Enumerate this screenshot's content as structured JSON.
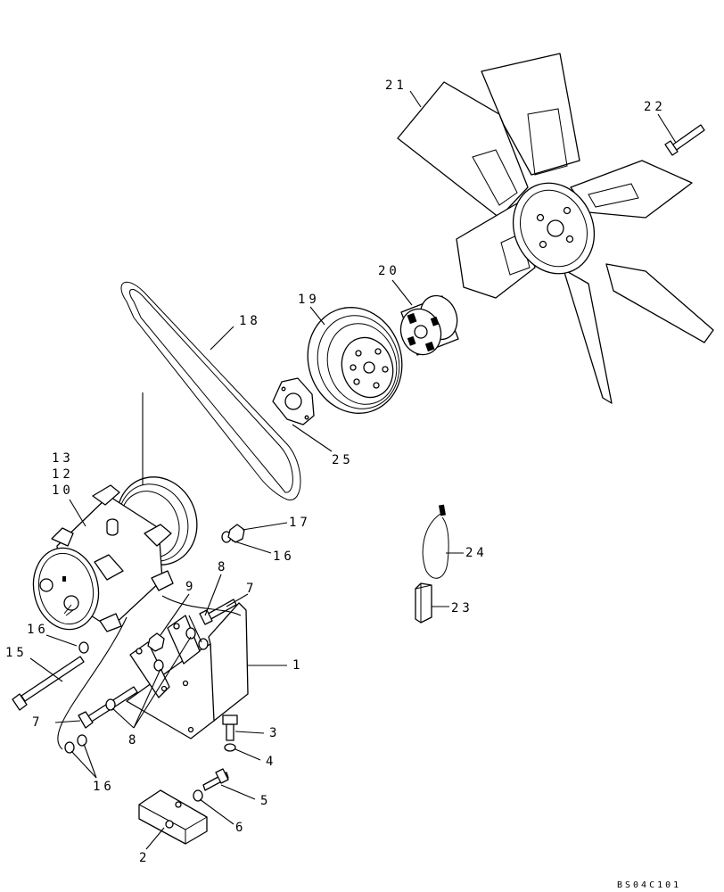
{
  "diagram": {
    "callouts": {
      "c1": "1",
      "c2": "2",
      "c3": "3",
      "c4": "4",
      "c5": "5",
      "c6": "6",
      "c7a": "7",
      "c7b": "7",
      "c8a": "8",
      "c8b": "8",
      "c9": "9",
      "c10": "10",
      "c12": "12",
      "c13": "13",
      "c15": "15",
      "c16a": "16",
      "c16b": "16",
      "c16c": "16",
      "c17": "17",
      "c18": "18",
      "c19": "19",
      "c20": "20",
      "c21": "21",
      "c22": "22",
      "c23": "23",
      "c24": "24",
      "c25": "25"
    },
    "drawing_id": "BS04C101"
  }
}
